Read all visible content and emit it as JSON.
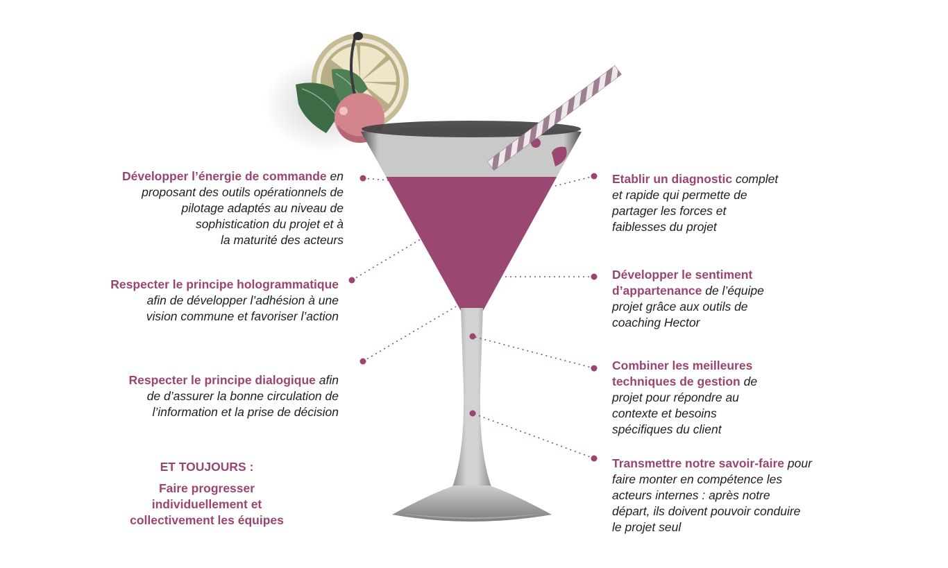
{
  "colors": {
    "accent": "#99456f",
    "liquid": "#9a4871",
    "glass": "#c9c9c9",
    "text": "#1e1e1e"
  },
  "garnish": {
    "items": [
      "lemon-slice",
      "cherry",
      "mint-leaves",
      "striped-straw"
    ]
  },
  "left_items": [
    {
      "id": "energie-commande",
      "highlight": "Développer l’énergie de commande",
      "lines": [
        {
          "hl": "Développer l’énergie de commande",
          "rest": " en"
        },
        {
          "rest": "proposant des outils opérationnels de"
        },
        {
          "rest": "pilotage adaptés au niveau de"
        },
        {
          "rest": "sophistication du projet et à"
        },
        {
          "rest": "la maturité  des acteurs"
        }
      ]
    },
    {
      "id": "principe-hologrammatique",
      "lines": [
        {
          "hl": "Respecter le principe hologrammatique"
        },
        {
          "rest": "afin de développer l’adhésion à une"
        },
        {
          "rest": "vision commune et favoriser l’action"
        }
      ]
    },
    {
      "id": "principe-dialogique",
      "lines": [
        {
          "hl": "Respecter le principe dialogique",
          "rest": " afin"
        },
        {
          "rest": "de  d’assurer la bonne circulation de"
        },
        {
          "rest": "l’information et la prise de décision"
        }
      ]
    }
  ],
  "right_items": [
    {
      "id": "diagnostic",
      "lines": [
        {
          "hl": "Etablir un diagnostic",
          "rest": "  complet"
        },
        {
          "rest": "et rapide qui permette de"
        },
        {
          "rest": "partager les forces et"
        },
        {
          "rest": "faiblesses  du  projet"
        }
      ]
    },
    {
      "id": "sentiment-appartenance",
      "lines": [
        {
          "hl": "Développer le sentiment"
        },
        {
          "hl": "d’appartenance",
          "rest": " de l’équipe"
        },
        {
          "rest": "projet grâce aux outils de"
        },
        {
          "rest": "coaching Hector"
        }
      ]
    },
    {
      "id": "techniques-gestion",
      "lines": [
        {
          "hl": "Combiner les meilleures"
        },
        {
          "hl": "techniques de gestion",
          "rest": " de"
        },
        {
          "rest": "projet pour répondre au"
        },
        {
          "rest": "contexte et besoins"
        },
        {
          "rest": "spécifiques du client"
        }
      ]
    },
    {
      "id": "savoir-faire",
      "lines": [
        {
          "hl": "Transmettre notre savoir-faire",
          "rest": " pour"
        },
        {
          "rest": "faire monter en compétence les"
        },
        {
          "rest": "acteurs internes : après notre"
        },
        {
          "rest": "départ, ils doivent pouvoir conduire"
        },
        {
          "rest": "le projet seul"
        }
      ]
    }
  ],
  "toujours": {
    "title": "ET TOUJOURS :",
    "lines": [
      "Faire progresser",
      "individuellement et",
      "collectivement les équipes"
    ]
  }
}
